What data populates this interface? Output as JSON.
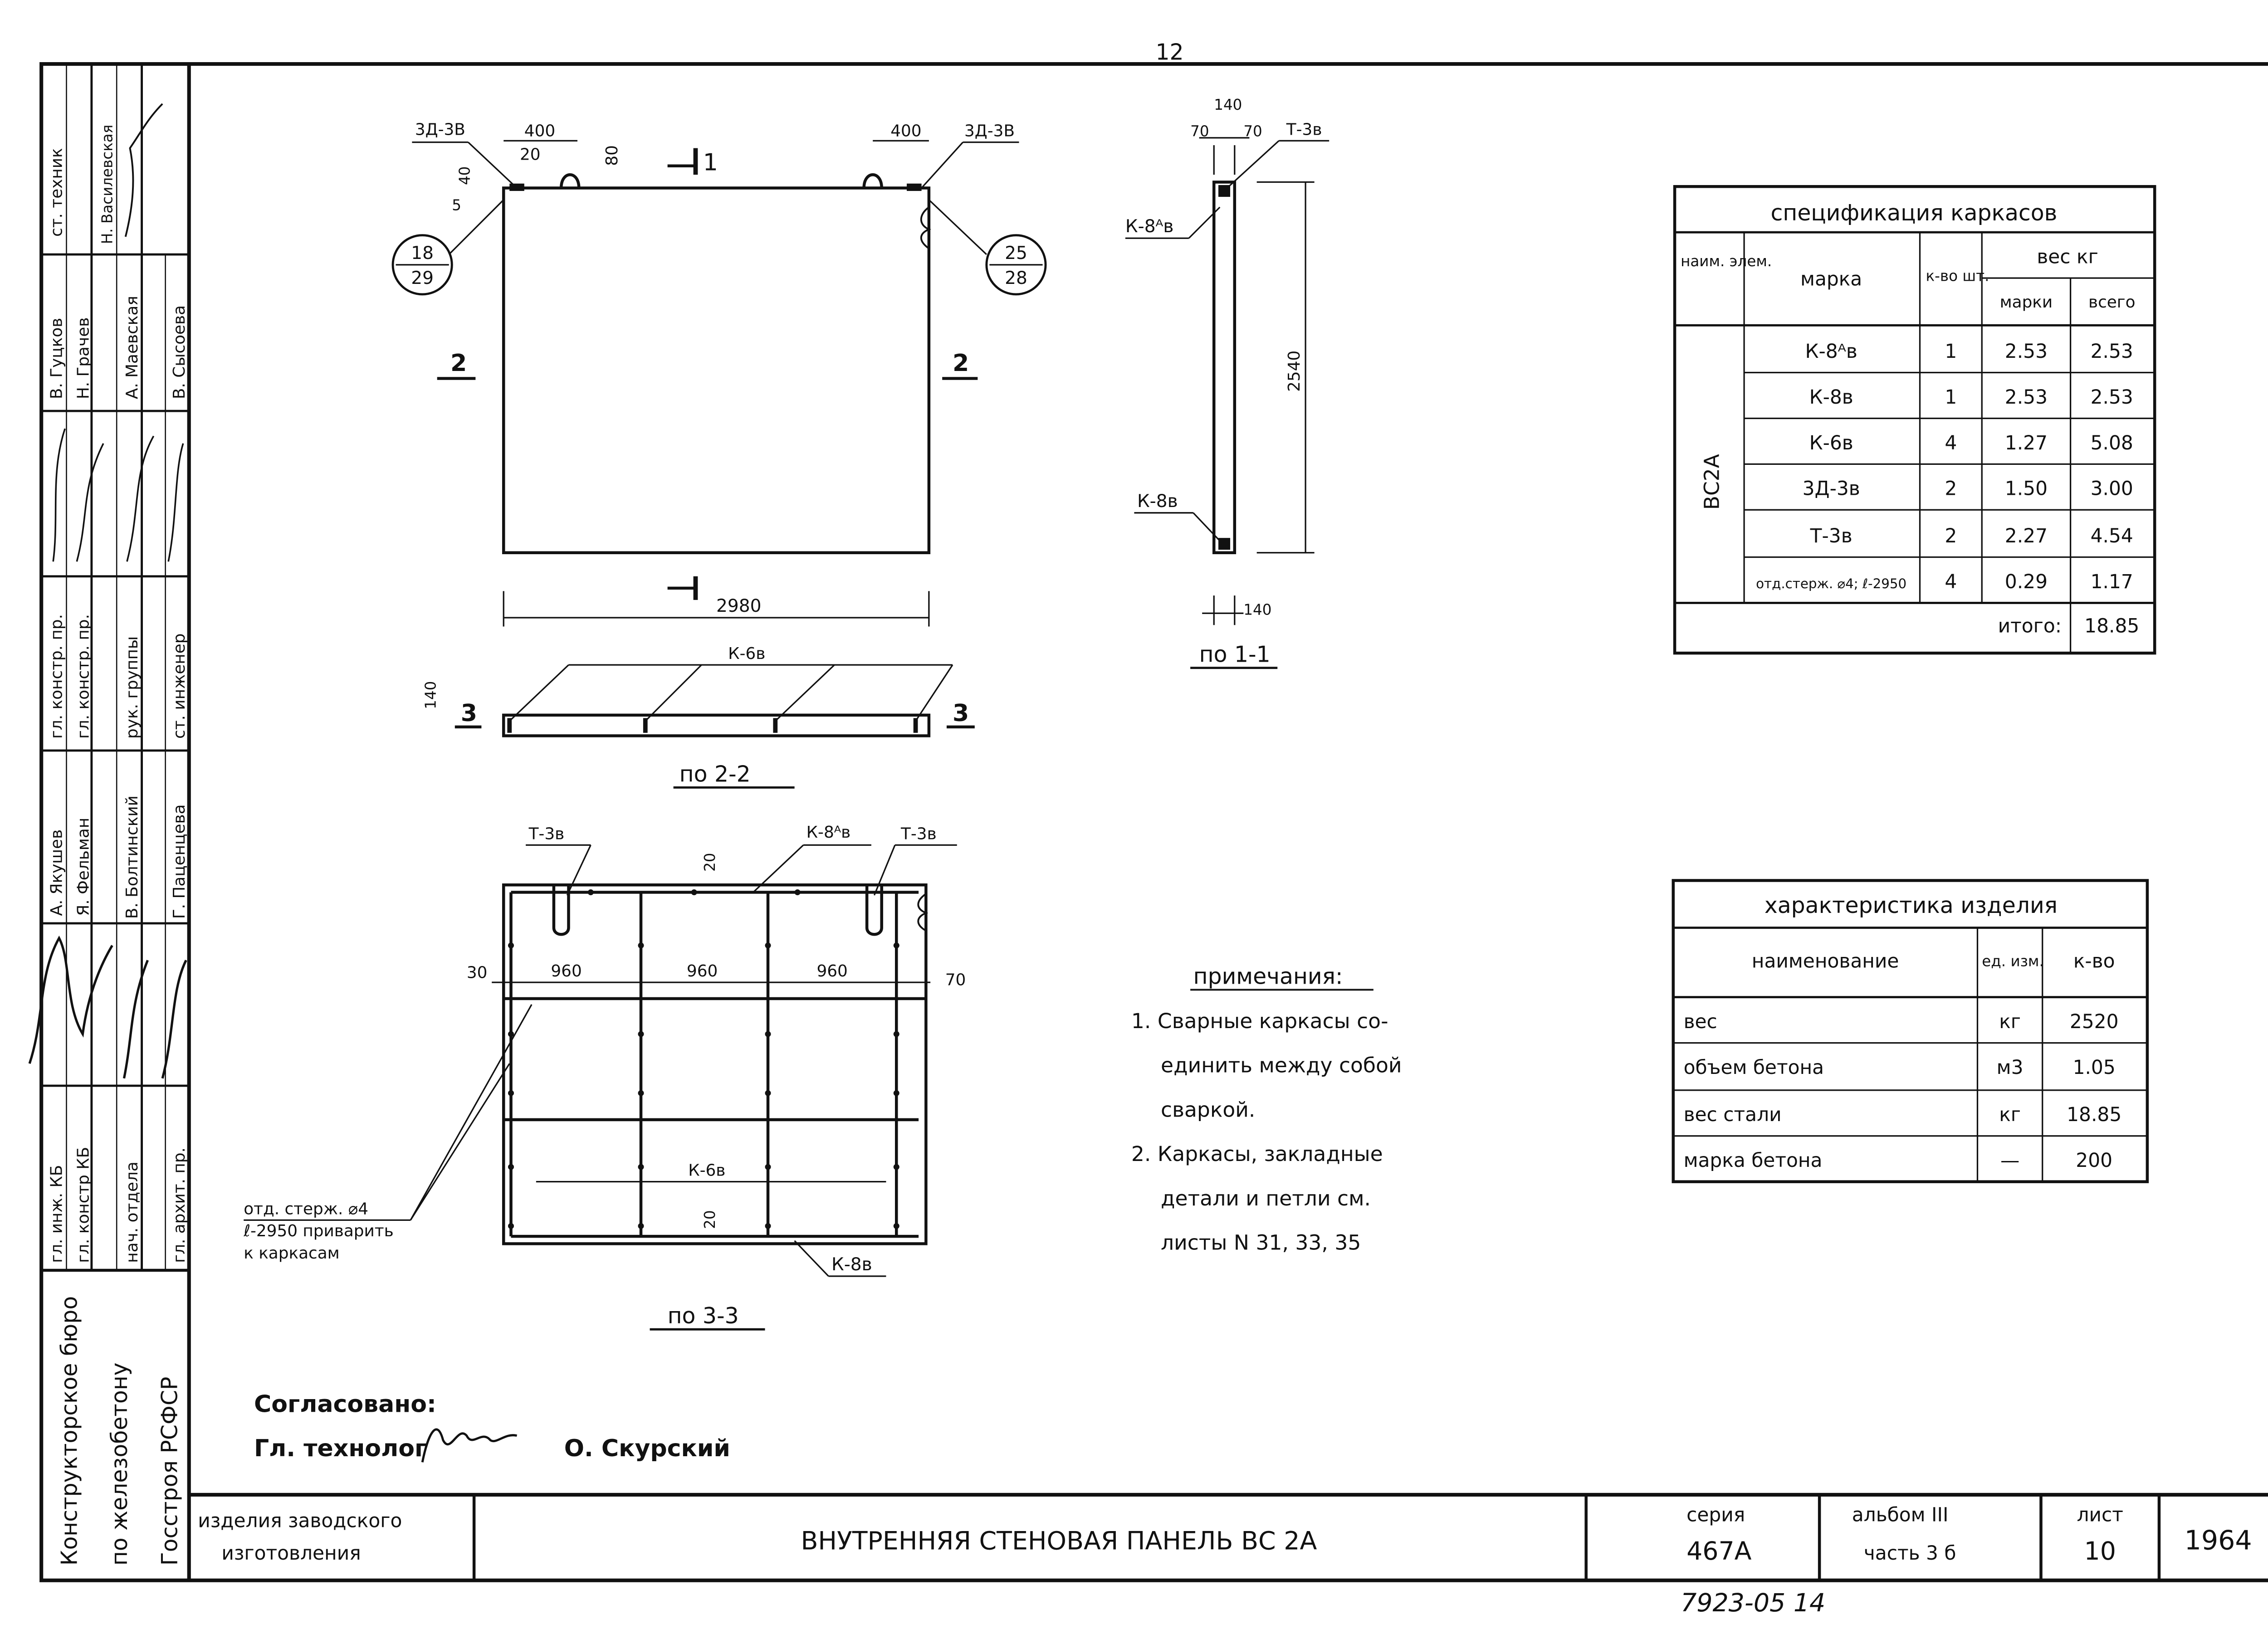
{
  "page_number": "12",
  "stamp_code": "7923-05 14",
  "left_strip": {
    "rows": [
      [
        "ст. техник",
        "Н. Василевская"
      ],
      [
        "В. Гуцков",
        "Н. Грачев",
        "А. Маевская",
        "В. Сысоева"
      ],
      [
        "гл. констр. пр.",
        "гл. констр. пр.",
        "рук. группы",
        "ст. инженер"
      ],
      [
        "А. Якушев",
        "Я. Фельман",
        "В. Болтинский",
        "Г. Паценцева"
      ],
      [
        "гл. инж. КБ",
        "гл. констр КБ",
        "нач. отдела",
        "гл. архит. пр."
      ]
    ],
    "bureau": [
      "Конструкторское бюро",
      "по железобетону",
      "Госстроя РСФСР"
    ]
  },
  "front_view": {
    "dims_top_left": [
      "3Д-3В",
      "400",
      "20",
      "80",
      "5",
      "40"
    ],
    "dims_top_right": [
      "400",
      "3Д-3В"
    ],
    "section_mark": "1",
    "callout_left": {
      "top": "18",
      "bottom": "29"
    },
    "callout_right": {
      "top": "25",
      "bottom": "28"
    },
    "side_mark": "2",
    "width_dim": "2980"
  },
  "section_22": {
    "label_k": "К-6в",
    "dim": "140",
    "mark": "3",
    "caption": "по 2-2"
  },
  "section_11": {
    "top_dims": [
      "140",
      "70",
      "70"
    ],
    "t_label": "Т-3в",
    "k8a_label": "К-8ᴬв",
    "height_dim": "2540",
    "k8_label": "К-8в",
    "bottom_dim": "140",
    "caption": "по 1-1"
  },
  "section_33": {
    "t_left": "Т-3в",
    "k8a": "К-8ᴬв",
    "t_right": "Т-3в",
    "dim20": "20",
    "dims": [
      "30",
      "960",
      "960",
      "960",
      "70"
    ],
    "k6": "К-6в",
    "k8": "К-8в",
    "note_lines": [
      "отд. стерж. ⌀4",
      "ℓ-2950  приварить",
      "к каркасам"
    ],
    "caption": "по 3-3"
  },
  "spec_table": {
    "title": "спецификация   каркасов",
    "headers": {
      "name": "наим. элем.",
      "mark": "марка",
      "qty": "к-во шт.",
      "weight": "вес кг",
      "per_mark": "марки",
      "total": "всего"
    },
    "element": "ВС2А",
    "rows": [
      [
        "К-8ᴬв",
        "1",
        "2.53",
        "2.53"
      ],
      [
        "К-8в",
        "1",
        "2.53",
        "2.53"
      ],
      [
        "К-6в",
        "4",
        "1.27",
        "5.08"
      ],
      [
        "3Д-3в",
        "2",
        "1.50",
        "3.00"
      ],
      [
        "Т-3в",
        "2",
        "2.27",
        "4.54"
      ],
      [
        "отд.стерж. ⌀4; ℓ-2950",
        "4",
        "0.29",
        "1.17"
      ]
    ],
    "total_label": "итого:",
    "total_value": "18.85"
  },
  "char_table": {
    "title": "характеристика  изделия",
    "headers": [
      "наименование",
      "ед. изм.",
      "к-во"
    ],
    "rows": [
      [
        "вес",
        "кг",
        "2520"
      ],
      [
        "объем бетона",
        "м3",
        "1.05"
      ],
      [
        "вес стали",
        "кг",
        "18.85"
      ],
      [
        "марка бетона",
        "—",
        "200"
      ]
    ]
  },
  "notes": {
    "title": "примечания:",
    "lines": [
      "1. Сварные каркасы со-",
      "единить между собой",
      "сваркой.",
      "2. Каркасы, закладные",
      "детали и петли см.",
      "листы  N 31, 33, 35"
    ]
  },
  "approval": {
    "line1": "Согласовано:",
    "line2_prefix": "Гл. технолог",
    "line2_name": "О. Скурский"
  },
  "title_block": {
    "product_type": [
      "изделия заводского",
      "изготовления"
    ],
    "title": "ВНУТРЕННЯЯ  СТЕНОВАЯ  ПАНЕЛЬ   ВС 2А",
    "series_label": "серия",
    "series_value": "467А",
    "album_label": "альбом III",
    "album_part": "часть 3 б",
    "sheet_label": "лист",
    "sheet_value": "10",
    "year": "1964"
  }
}
